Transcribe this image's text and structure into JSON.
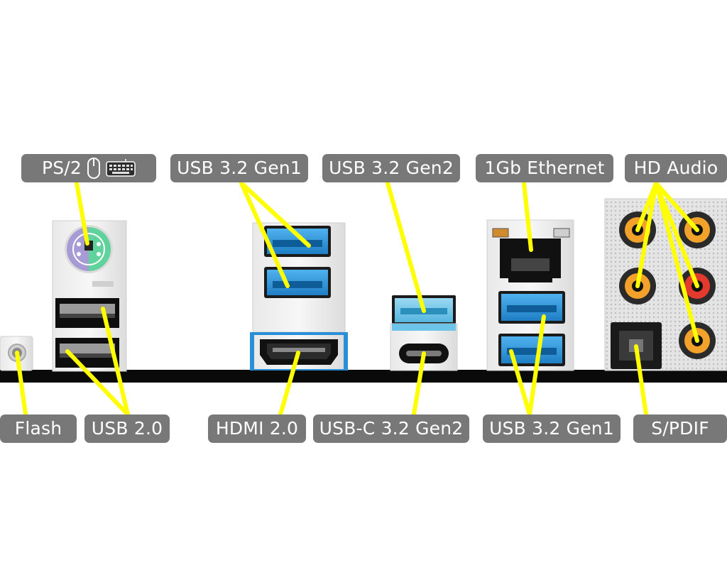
{
  "labels": {
    "ps2": "PS/2",
    "usb32gen1_top": "USB 3.2 Gen1",
    "usb32gen2_top": "USB 3.2 Gen2",
    "ethernet": "1Gb Ethernet",
    "hd_audio": "HD Audio",
    "flash": "Flash",
    "usb20": "USB 2.0",
    "hdmi": "HDMI 2.0",
    "usbc": "USB-C 3.2 Gen2",
    "usb32gen1_bottom": "USB 3.2 Gen1",
    "spdif": "S/PDIF"
  },
  "ps2_icons": [
    "mouse-icon",
    "keyboard-icon"
  ],
  "colors": {
    "label_bg": "#787878",
    "label_text": "#ffffff",
    "pointer": "#ffff00",
    "usb3_blue": "#2a8fd6",
    "usbc_blue": "#6cc4e8",
    "ps2_purple": "#a79bd6",
    "ps2_green": "#5fd39b",
    "audio_orange": "#f2a22a",
    "audio_red": "#e43a2e",
    "baseline": "#000000"
  }
}
